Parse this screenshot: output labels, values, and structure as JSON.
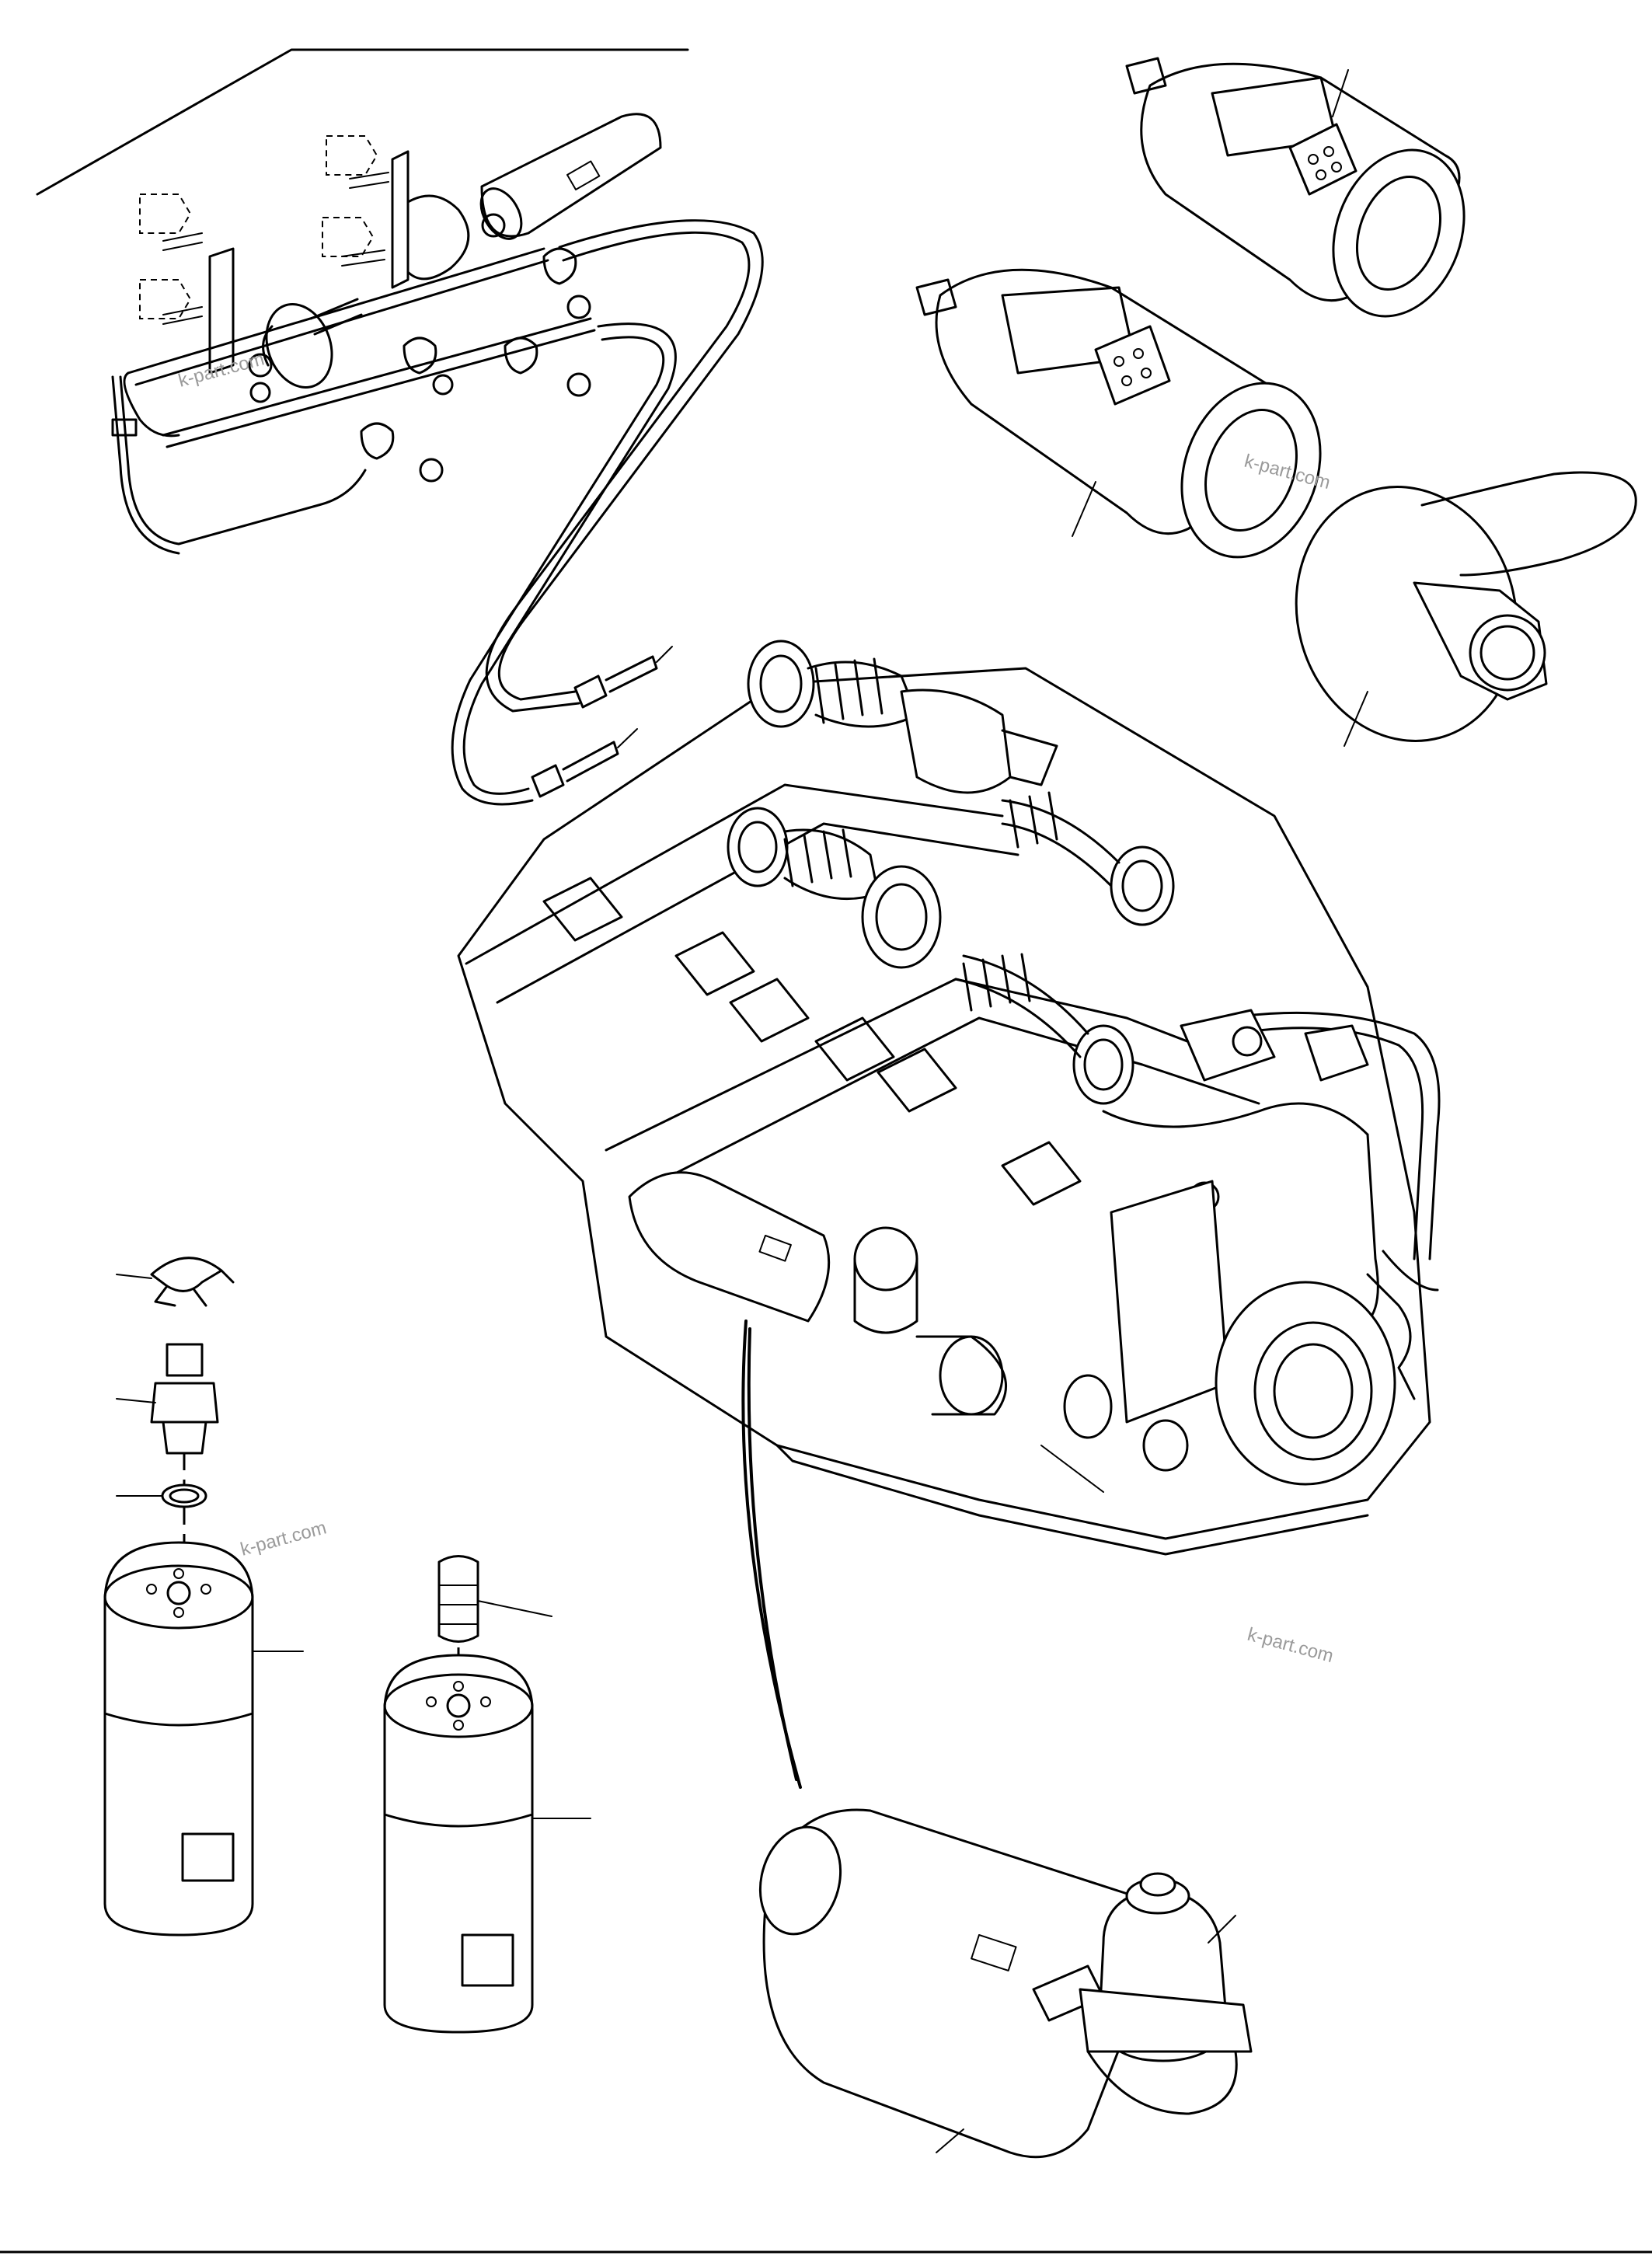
{
  "watermarks": [
    "k-part.com",
    "k-part.com",
    "k-part.com",
    "k-part.com"
  ],
  "colors": {
    "ink": "#000000",
    "paper": "#ffffff",
    "watermark": "#9a9a9a"
  }
}
